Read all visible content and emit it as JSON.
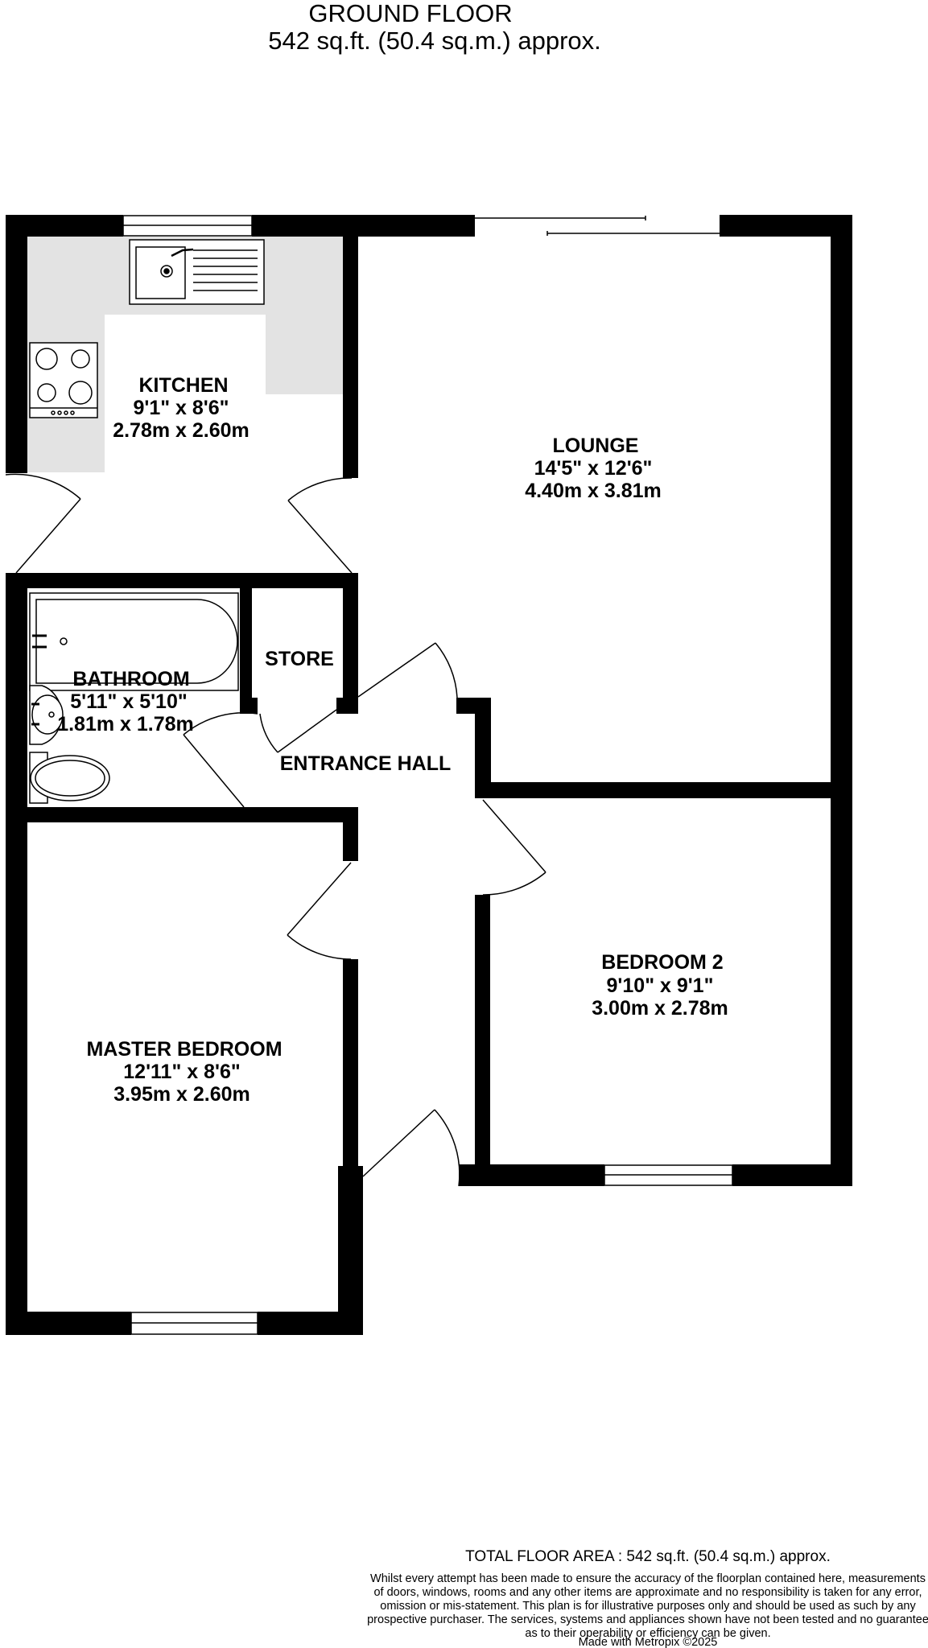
{
  "header": {
    "title": "GROUND FLOOR",
    "subtitle": "542 sq.ft. (50.4 sq.m.) approx."
  },
  "rooms": {
    "kitchen": {
      "name": "KITCHEN",
      "imperial": "9'1\"  x 8'6\"",
      "metric": "2.78m  x 2.60m"
    },
    "lounge": {
      "name": "LOUNGE",
      "imperial": "14'5\"  x 12'6\"",
      "metric": "4.40m  x 3.81m"
    },
    "bathroom": {
      "name": "BATHROOM",
      "imperial": "5'11\"  x 5'10\"",
      "metric": "1.81m  x 1.78m"
    },
    "store": {
      "name": "STORE"
    },
    "entrance_hall": {
      "name": "ENTRANCE HALL"
    },
    "bedroom2": {
      "name": "BEDROOM 2",
      "imperial": "9'10\"  x 9'1\"",
      "metric": "3.00m  x 2.78m"
    },
    "master_bedroom": {
      "name": "MASTER BEDROOM",
      "imperial": "12'11\"  x 8'6\"",
      "metric": "3.95m  x 2.60m"
    }
  },
  "footer": {
    "total_area": "TOTAL FLOOR AREA : 542 sq.ft. (50.4 sq.m.) approx.",
    "disclaimer_lines": [
      "Whilst every attempt has been made to ensure the accuracy of the floorplan contained here, measurements",
      "of doors, windows, rooms and any other items are approximate and no responsibility is taken for any error,",
      "omission or mis-statement. This plan is for illustrative purposes only and should be used as such by any",
      "prospective purchaser. The services, systems and appliances shown have not been tested and no guarantee",
      "as to their operability or efficiency can be given."
    ],
    "credit": "Made with Metropix ©2025"
  },
  "colors": {
    "wall": "#000000",
    "counter": "#e3e3e3",
    "background": "#ffffff"
  }
}
